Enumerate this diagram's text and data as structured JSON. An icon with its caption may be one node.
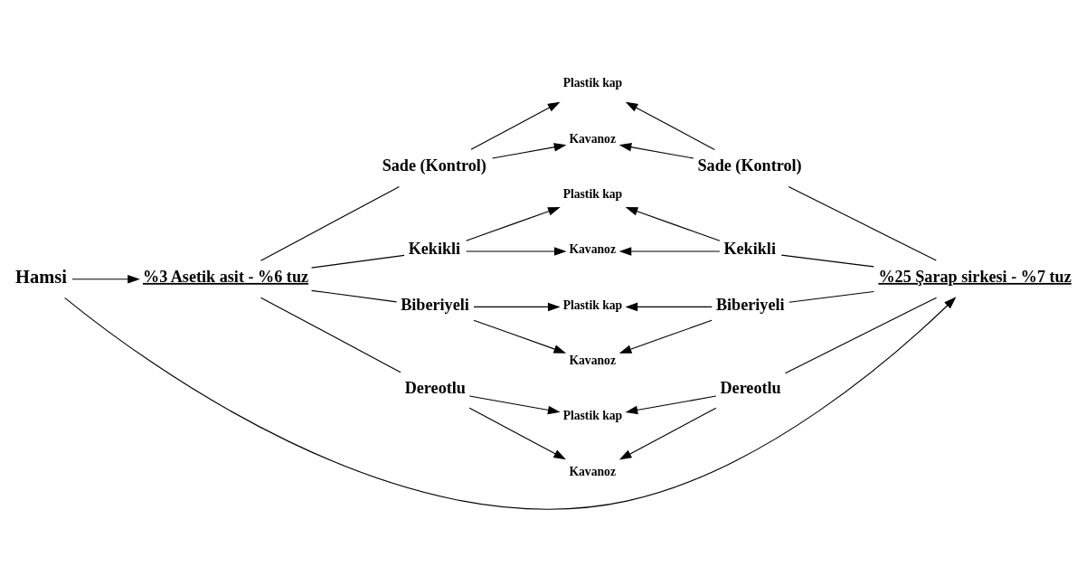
{
  "diagram": {
    "nodes": [
      {
        "text": [
          "Hamsi"
        ]
      },
      {
        "text": [
          "%3 Asetik asit - %6 tuz"
        ]
      },
      {
        "text": [
          "%25 Şarap sirkesi - %7 tuz"
        ]
      },
      {
        "text": [
          "Sade (Kontrol)"
        ]
      },
      {
        "text": [
          "Kekikli"
        ]
      },
      {
        "text": [
          "Biberiyeli"
        ]
      },
      {
        "text": [
          "Dereotlu"
        ]
      },
      {
        "text": [
          "Sade (Kontrol)"
        ]
      },
      {
        "text": [
          "Kekikli"
        ]
      },
      {
        "text": [
          "Biberiyeli"
        ]
      },
      {
        "text": [
          "Dereotlu"
        ]
      },
      {
        "text": [
          "Plastik kap"
        ]
      },
      {
        "text": [
          "Kavanoz"
        ]
      },
      {
        "text": [
          "Plastik kap"
        ]
      },
      {
        "text": [
          "Kavanoz"
        ]
      },
      {
        "text": [
          "Plastik kap"
        ]
      },
      {
        "text": [
          "Kavanoz"
        ]
      },
      {
        "text": [
          "Plastik kap"
        ]
      },
      {
        "text": [
          "Kavanoz"
        ]
      }
    ],
    "edges": [
      {
        "from": 0,
        "to": 1,
        "arrow": "to"
      },
      {
        "from": 0,
        "to": 2,
        "arrow": "to"
      },
      {
        "from": 1,
        "to": 3,
        "arrow": "none"
      },
      {
        "from": 1,
        "to": 4,
        "arrow": "none"
      },
      {
        "from": 1,
        "to": 5,
        "arrow": "none"
      },
      {
        "from": 1,
        "to": 6,
        "arrow": "none"
      },
      {
        "from": 2,
        "to": 7,
        "arrow": "none"
      },
      {
        "from": 2,
        "to": 8,
        "arrow": "none"
      },
      {
        "from": 2,
        "to": 9,
        "arrow": "none"
      },
      {
        "from": 2,
        "to": 10,
        "arrow": "none"
      },
      {
        "from": 3,
        "to": 11,
        "arrow": "to"
      },
      {
        "from": 3,
        "to": 12,
        "arrow": "to"
      },
      {
        "from": 7,
        "to": 11,
        "arrow": "to"
      },
      {
        "from": 7,
        "to": 12,
        "arrow": "to"
      },
      {
        "from": 4,
        "to": 13,
        "arrow": "to"
      },
      {
        "from": 4,
        "to": 14,
        "arrow": "to"
      },
      {
        "from": 8,
        "to": 13,
        "arrow": "to"
      },
      {
        "from": 8,
        "to": 14,
        "arrow": "to"
      },
      {
        "from": 5,
        "to": 15,
        "arrow": "to"
      },
      {
        "from": 5,
        "to": 16,
        "arrow": "to"
      },
      {
        "from": 9,
        "to": 15,
        "arrow": "to"
      },
      {
        "from": 9,
        "to": 16,
        "arrow": "to"
      },
      {
        "from": 6,
        "to": 17,
        "arrow": "to"
      },
      {
        "from": 6,
        "to": 18,
        "arrow": "to"
      },
      {
        "from": 10,
        "to": 17,
        "arrow": "to"
      },
      {
        "from": 10,
        "to": 18,
        "arrow": "to"
      }
    ]
  }
}
